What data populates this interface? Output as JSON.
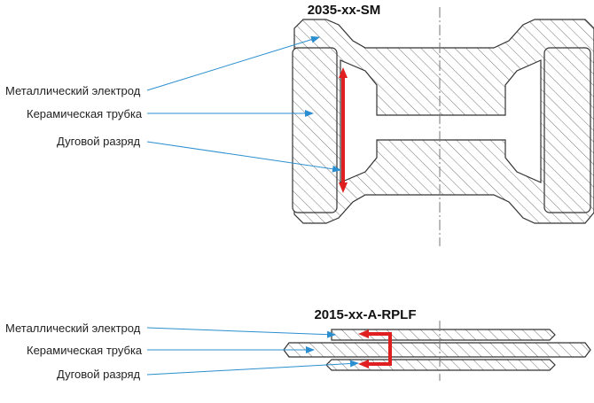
{
  "top_diagram": {
    "title": "2035-xx-SM",
    "labels": [
      "Металлический электрод",
      "Керамическая трубка",
      "Дуговой разряд"
    ]
  },
  "bottom_diagram": {
    "title": "2015-xx-A-RPLF",
    "labels": [
      "Металлический электрод",
      "Керамическая трубка",
      "Дуговой разряд"
    ]
  },
  "colors": {
    "leader": "#2a8fd0",
    "arc": "#e02020",
    "outline": "#333333",
    "hatch": "#777777"
  }
}
